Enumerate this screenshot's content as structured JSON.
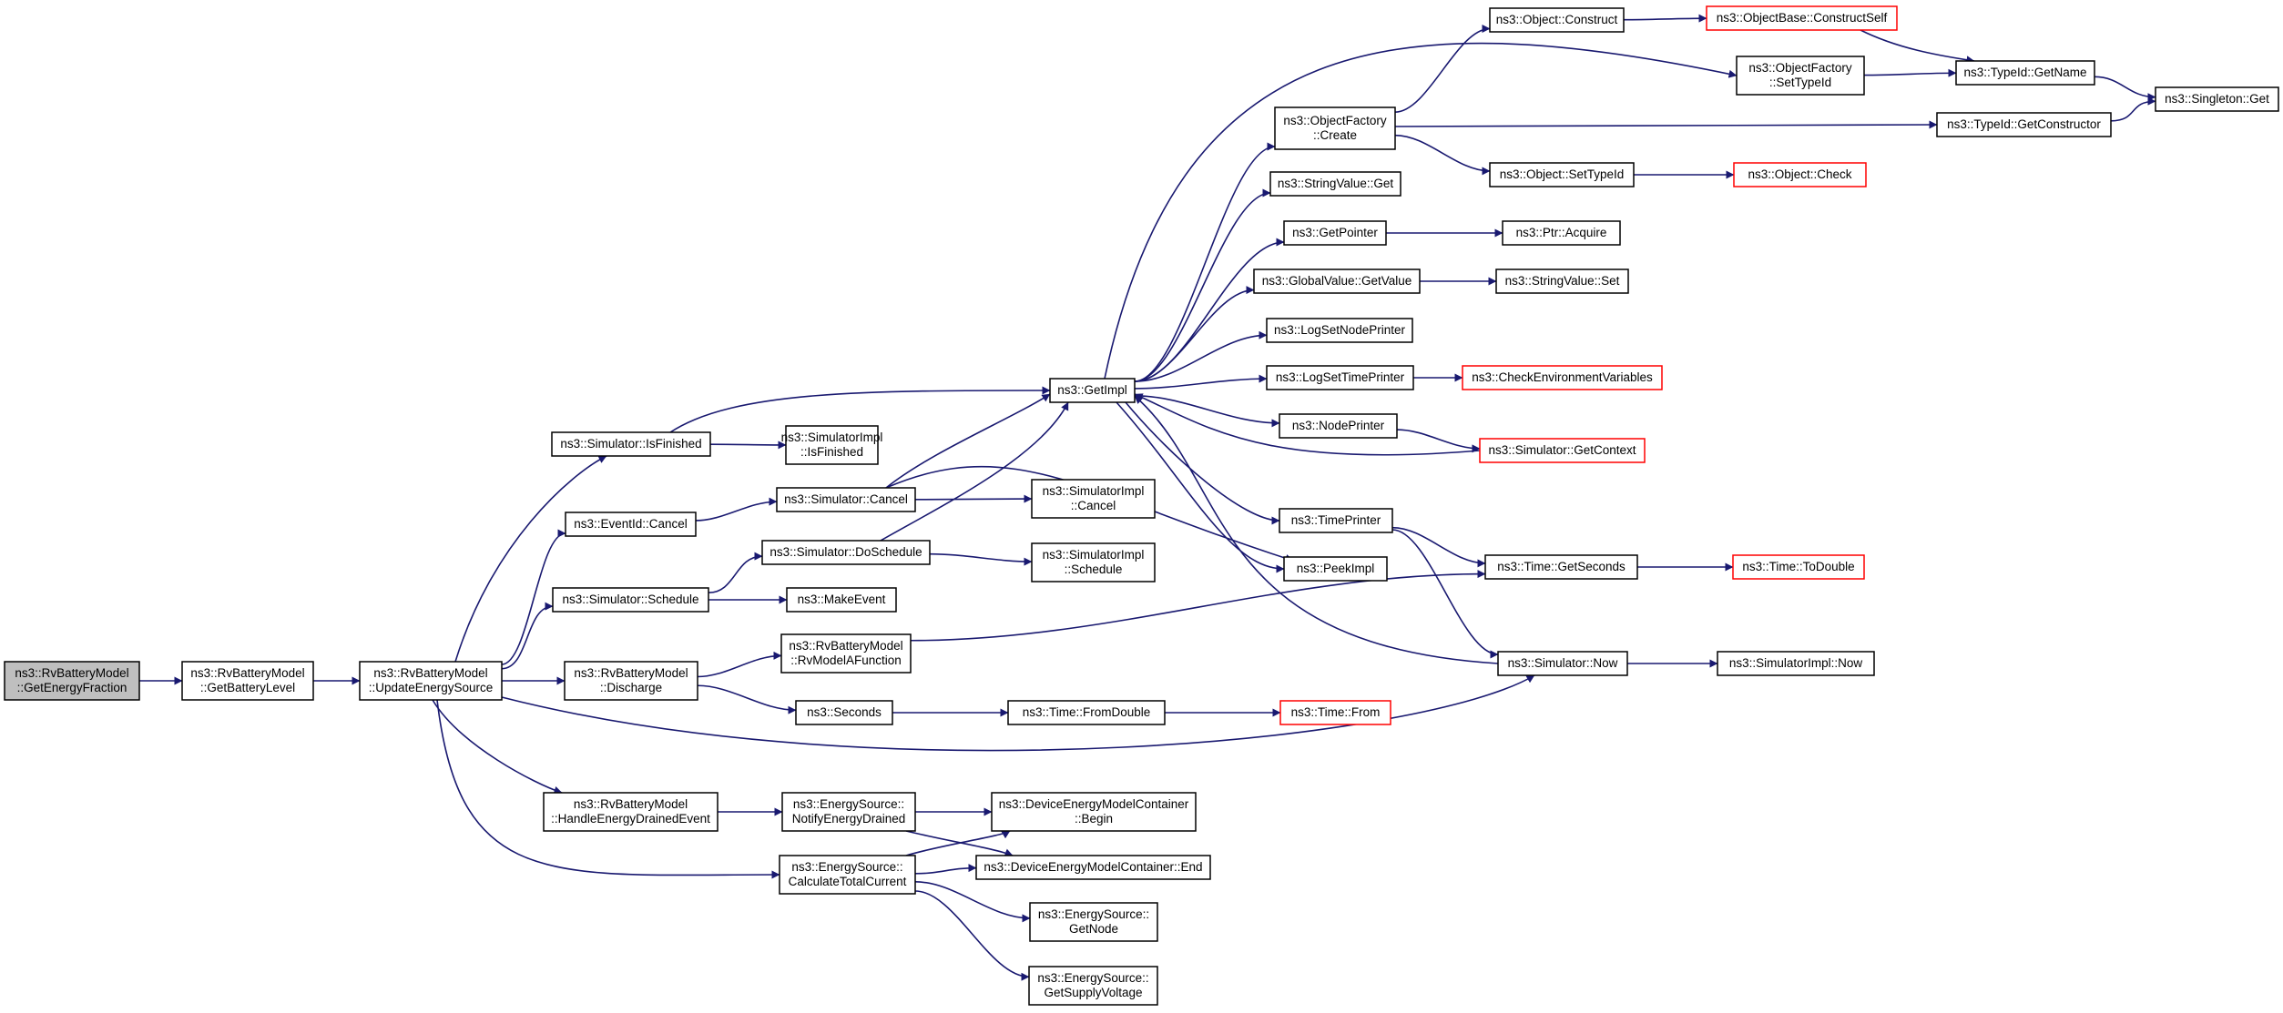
{
  "colors": {
    "edge": "#191970",
    "root_fill": "#bfbfbf",
    "node_border": "#000000",
    "truncated_border": "#ff0000",
    "background": "#ffffff"
  },
  "graph": {
    "nodes": [
      {
        "id": "rv_getenergyfraction",
        "lines": [
          "ns3::RvBatteryModel",
          "::GetEnergyFraction"
        ],
        "root": true
      },
      {
        "id": "rv_getbatterylevel",
        "lines": [
          "ns3::RvBatteryModel",
          "::GetBatteryLevel"
        ]
      },
      {
        "id": "rv_updateenergysource",
        "lines": [
          "ns3::RvBatteryModel",
          "::UpdateEnergySource"
        ]
      },
      {
        "id": "sim_isfinished",
        "lines": [
          "ns3::Simulator::IsFinished"
        ]
      },
      {
        "id": "eventid_cancel",
        "lines": [
          "ns3::EventId::Cancel"
        ]
      },
      {
        "id": "sim_schedule",
        "lines": [
          "ns3::Simulator::Schedule"
        ]
      },
      {
        "id": "rv_discharge",
        "lines": [
          "ns3::RvBatteryModel",
          "::Discharge"
        ]
      },
      {
        "id": "rv_handleenergydrained",
        "lines": [
          "ns3::RvBatteryModel",
          "::HandleEnergyDrainedEvent"
        ]
      },
      {
        "id": "simimpl_isfinished",
        "lines": [
          "ns3::SimulatorImpl",
          "::IsFinished"
        ]
      },
      {
        "id": "sim_cancel",
        "lines": [
          "ns3::Simulator::Cancel"
        ]
      },
      {
        "id": "sim_doschedule",
        "lines": [
          "ns3::Simulator::DoSchedule"
        ]
      },
      {
        "id": "makeevent",
        "lines": [
          "ns3::MakeEvent"
        ]
      },
      {
        "id": "rv_modelafunction",
        "lines": [
          "ns3::RvBatteryModel",
          "::RvModelAFunction"
        ]
      },
      {
        "id": "seconds",
        "lines": [
          "ns3::Seconds"
        ]
      },
      {
        "id": "es_notifyenergydrained",
        "lines": [
          "ns3::EnergySource::",
          "NotifyEnergyDrained"
        ]
      },
      {
        "id": "es_calculatetotalcurrent",
        "lines": [
          "ns3::EnergySource::",
          "CalculateTotalCurrent"
        ]
      },
      {
        "id": "getimpl",
        "lines": [
          "ns3::GetImpl"
        ]
      },
      {
        "id": "simimpl_cancel",
        "lines": [
          "ns3::SimulatorImpl",
          "::Cancel"
        ]
      },
      {
        "id": "simimpl_schedule",
        "lines": [
          "ns3::SimulatorImpl",
          "::Schedule"
        ]
      },
      {
        "id": "time_fromdouble",
        "lines": [
          "ns3::Time::FromDouble"
        ]
      },
      {
        "id": "demc_begin",
        "lines": [
          "ns3::DeviceEnergyModelContainer",
          "::Begin"
        ]
      },
      {
        "id": "demc_end",
        "lines": [
          "ns3::DeviceEnergyModelContainer::End"
        ]
      },
      {
        "id": "es_getnode",
        "lines": [
          "ns3::EnergySource::",
          "GetNode"
        ]
      },
      {
        "id": "es_getsupplyvoltage",
        "lines": [
          "ns3::EnergySource::",
          "GetSupplyVoltage"
        ]
      },
      {
        "id": "objectfactory_create",
        "lines": [
          "ns3::ObjectFactory",
          "::Create"
        ]
      },
      {
        "id": "stringvalue_get",
        "lines": [
          "ns3::StringValue::Get"
        ]
      },
      {
        "id": "getpointer",
        "lines": [
          "ns3::GetPointer"
        ]
      },
      {
        "id": "globalvalue_getvalue",
        "lines": [
          "ns3::GlobalValue::GetValue"
        ]
      },
      {
        "id": "logsetnodeprinter",
        "lines": [
          "ns3::LogSetNodePrinter"
        ]
      },
      {
        "id": "logsettimeprinter",
        "lines": [
          "ns3::LogSetTimePrinter"
        ]
      },
      {
        "id": "nodeprinter",
        "lines": [
          "ns3::NodePrinter"
        ]
      },
      {
        "id": "timeprinter",
        "lines": [
          "ns3::TimePrinter"
        ]
      },
      {
        "id": "peekimpl",
        "lines": [
          "ns3::PeekImpl"
        ]
      },
      {
        "id": "time_from",
        "lines": [
          "ns3::Time::From"
        ],
        "truncated": true
      },
      {
        "id": "object_construct",
        "lines": [
          "ns3::Object::Construct"
        ]
      },
      {
        "id": "object_settypeid",
        "lines": [
          "ns3::Object::SetTypeId"
        ]
      },
      {
        "id": "ptr_acquire",
        "lines": [
          "ns3::Ptr::Acquire"
        ]
      },
      {
        "id": "stringvalue_set",
        "lines": [
          "ns3::StringValue::Set"
        ]
      },
      {
        "id": "checkenvvars",
        "lines": [
          "ns3::CheckEnvironmentVariables"
        ],
        "truncated": true
      },
      {
        "id": "sim_getcontext",
        "lines": [
          "ns3::Simulator::GetContext"
        ],
        "truncated": true
      },
      {
        "id": "time_getseconds",
        "lines": [
          "ns3::Time::GetSeconds"
        ]
      },
      {
        "id": "sim_now",
        "lines": [
          "ns3::Simulator::Now"
        ]
      },
      {
        "id": "objectbase_constructself",
        "lines": [
          "ns3::ObjectBase::ConstructSelf"
        ],
        "truncated": true
      },
      {
        "id": "objectfactory_settypeid",
        "lines": [
          "ns3::ObjectFactory",
          "::SetTypeId"
        ]
      },
      {
        "id": "object_check",
        "lines": [
          "ns3::Object::Check"
        ],
        "truncated": true
      },
      {
        "id": "time_todouble",
        "lines": [
          "ns3::Time::ToDouble"
        ],
        "truncated": true
      },
      {
        "id": "simimpl_now",
        "lines": [
          "ns3::SimulatorImpl::Now"
        ]
      },
      {
        "id": "typeid_getname",
        "lines": [
          "ns3::TypeId::GetName"
        ]
      },
      {
        "id": "typeid_getconstructor",
        "lines": [
          "ns3::TypeId::GetConstructor"
        ]
      },
      {
        "id": "singleton_get",
        "lines": [
          "ns3::Singleton::Get"
        ]
      }
    ],
    "edges": [
      [
        "rv_getenergyfraction",
        "rv_getbatterylevel"
      ],
      [
        "rv_getbatterylevel",
        "rv_updateenergysource"
      ],
      [
        "rv_updateenergysource",
        "sim_isfinished"
      ],
      [
        "rv_updateenergysource",
        "eventid_cancel"
      ],
      [
        "rv_updateenergysource",
        "sim_schedule"
      ],
      [
        "rv_updateenergysource",
        "rv_discharge"
      ],
      [
        "rv_updateenergysource",
        "rv_handleenergydrained"
      ],
      [
        "rv_updateenergysource",
        "es_calculatetotalcurrent"
      ],
      [
        "rv_updateenergysource",
        "sim_now"
      ],
      [
        "sim_isfinished",
        "getimpl"
      ],
      [
        "sim_isfinished",
        "simimpl_isfinished"
      ],
      [
        "eventid_cancel",
        "sim_cancel"
      ],
      [
        "sim_schedule",
        "sim_doschedule"
      ],
      [
        "sim_schedule",
        "makeevent"
      ],
      [
        "rv_discharge",
        "rv_modelafunction"
      ],
      [
        "rv_discharge",
        "seconds"
      ],
      [
        "rv_handleenergydrained",
        "es_notifyenergydrained"
      ],
      [
        "sim_cancel",
        "getimpl"
      ],
      [
        "sim_cancel",
        "simimpl_cancel"
      ],
      [
        "sim_cancel",
        "peekimpl"
      ],
      [
        "sim_doschedule",
        "getimpl"
      ],
      [
        "sim_doschedule",
        "simimpl_schedule"
      ],
      [
        "rv_modelafunction",
        "time_getseconds"
      ],
      [
        "seconds",
        "time_fromdouble"
      ],
      [
        "time_fromdouble",
        "time_from"
      ],
      [
        "es_notifyenergydrained",
        "demc_begin"
      ],
      [
        "es_notifyenergydrained",
        "demc_end"
      ],
      [
        "es_calculatetotalcurrent",
        "demc_begin"
      ],
      [
        "es_calculatetotalcurrent",
        "demc_end"
      ],
      [
        "es_calculatetotalcurrent",
        "es_getnode"
      ],
      [
        "es_calculatetotalcurrent",
        "es_getsupplyvoltage"
      ],
      [
        "getimpl",
        "objectfactory_create"
      ],
      [
        "getimpl",
        "stringvalue_get"
      ],
      [
        "getimpl",
        "getpointer"
      ],
      [
        "getimpl",
        "globalvalue_getvalue"
      ],
      [
        "getimpl",
        "logsetnodeprinter"
      ],
      [
        "getimpl",
        "logsettimeprinter"
      ],
      [
        "getimpl",
        "nodeprinter"
      ],
      [
        "getimpl",
        "timeprinter"
      ],
      [
        "getimpl",
        "peekimpl"
      ],
      [
        "getimpl",
        "objectfactory_settypeid"
      ],
      [
        "objectfactory_create",
        "object_construct"
      ],
      [
        "objectfactory_create",
        "object_settypeid"
      ],
      [
        "objectfactory_create",
        "typeid_getconstructor"
      ],
      [
        "object_construct",
        "objectbase_constructself"
      ],
      [
        "objectbase_constructself",
        "typeid_getname"
      ],
      [
        "objectfactory_settypeid",
        "typeid_getname"
      ],
      [
        "typeid_getname",
        "singleton_get"
      ],
      [
        "typeid_getconstructor",
        "singleton_get"
      ],
      [
        "object_settypeid",
        "object_check"
      ],
      [
        "getpointer",
        "ptr_acquire"
      ],
      [
        "globalvalue_getvalue",
        "stringvalue_set"
      ],
      [
        "logsettimeprinter",
        "checkenvvars"
      ],
      [
        "nodeprinter",
        "sim_getcontext"
      ],
      [
        "sim_getcontext",
        "getimpl"
      ],
      [
        "timeprinter",
        "time_getseconds"
      ],
      [
        "timeprinter",
        "sim_now"
      ],
      [
        "time_getseconds",
        "time_todouble"
      ],
      [
        "sim_now",
        "getimpl"
      ],
      [
        "sim_now",
        "simimpl_now"
      ]
    ]
  }
}
